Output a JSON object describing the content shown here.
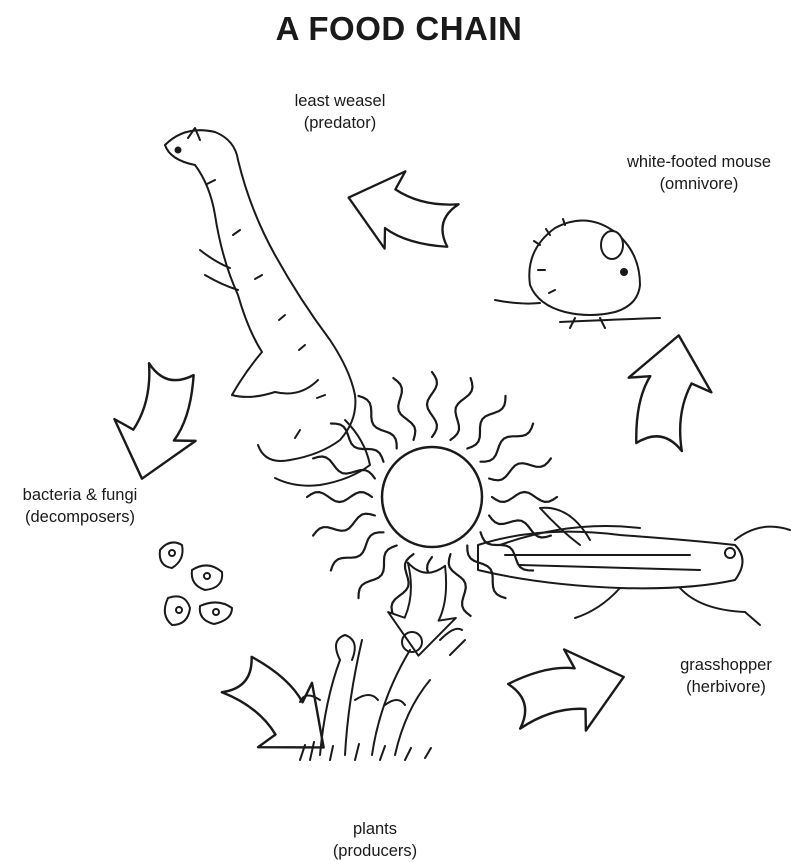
{
  "title": "A FOOD CHAIN",
  "nodes": {
    "weasel": {
      "name": "least weasel",
      "role": "(predator)"
    },
    "mouse": {
      "name": "white-footed mouse",
      "role": "(omnivore)"
    },
    "grasshopper": {
      "name": "grasshopper",
      "role": "(herbivore)"
    },
    "plants": {
      "name": "plants",
      "role": "(producers)"
    },
    "decomposers": {
      "name": "bacteria & fungi",
      "role": "(decomposers)"
    }
  },
  "center": {
    "icon": "sun-icon"
  },
  "arrows": [
    {
      "from": "sun",
      "to": "plants"
    },
    {
      "from": "plants",
      "to": "grasshopper"
    },
    {
      "from": "grasshopper",
      "to": "mouse"
    },
    {
      "from": "mouse",
      "to": "weasel"
    },
    {
      "from": "weasel",
      "to": "decomposers"
    },
    {
      "from": "decomposers",
      "to": "plants"
    }
  ]
}
